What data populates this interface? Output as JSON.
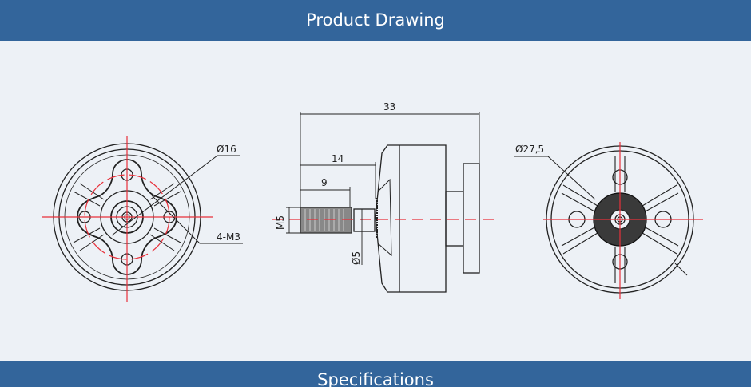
{
  "header": {
    "title": "Product Drawing"
  },
  "footer": {
    "title": "Specifications"
  },
  "drawing": {
    "front_view": {
      "diameter_label": "Ø16",
      "screw_label": "4-M3"
    },
    "side_view": {
      "overall_length": "33",
      "shaft_length": "14",
      "thread_length": "9",
      "thread_label": "M5",
      "shaft_diameter": "Ø5"
    },
    "rear_view": {
      "diameter_label": "Ø27,5"
    }
  },
  "colors": {
    "header": "#33659b",
    "background": "#edf1f6",
    "centerline": "#e8303a",
    "line": "#222222"
  }
}
